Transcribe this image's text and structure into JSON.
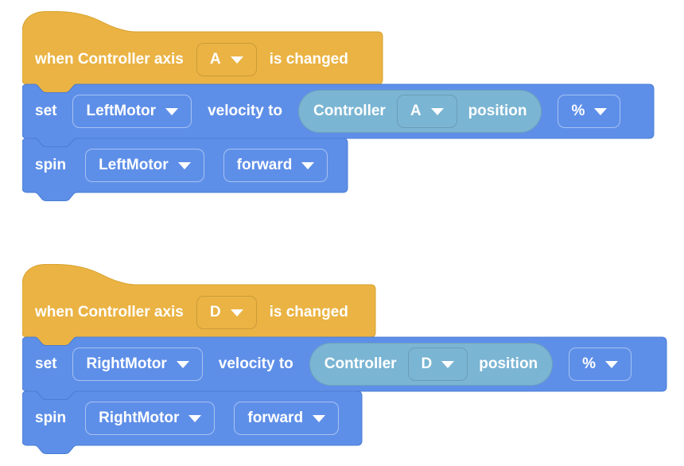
{
  "colors": {
    "event_yellow": "#EAB343",
    "event_yellow_border": "#D8A32F",
    "motion_blue": "#5E8FE8",
    "motion_blue_border": "#4A7CD4",
    "sensing_teal": "#7AB5D3",
    "text_white": "#FFFFFF"
  },
  "stacks": [
    {
      "hat": {
        "text_before": "when Controller axis",
        "axis": "A",
        "text_after": "is changed"
      },
      "set_velocity": {
        "label_set": "set",
        "motor": "LeftMotor",
        "label_velocity_to": "velocity to",
        "controller_reporter": {
          "label_controller": "Controller",
          "axis": "A",
          "label_position": "position"
        },
        "unit": "%"
      },
      "spin": {
        "label_spin": "spin",
        "motor": "LeftMotor",
        "direction": "forward"
      }
    },
    {
      "hat": {
        "text_before": "when Controller axis",
        "axis": "D",
        "text_after": "is changed"
      },
      "set_velocity": {
        "label_set": "set",
        "motor": "RightMotor",
        "label_velocity_to": "velocity to",
        "controller_reporter": {
          "label_controller": "Controller",
          "axis": "D",
          "label_position": "position"
        },
        "unit": "%"
      },
      "spin": {
        "label_spin": "spin",
        "motor": "RightMotor",
        "direction": "forward"
      }
    }
  ]
}
